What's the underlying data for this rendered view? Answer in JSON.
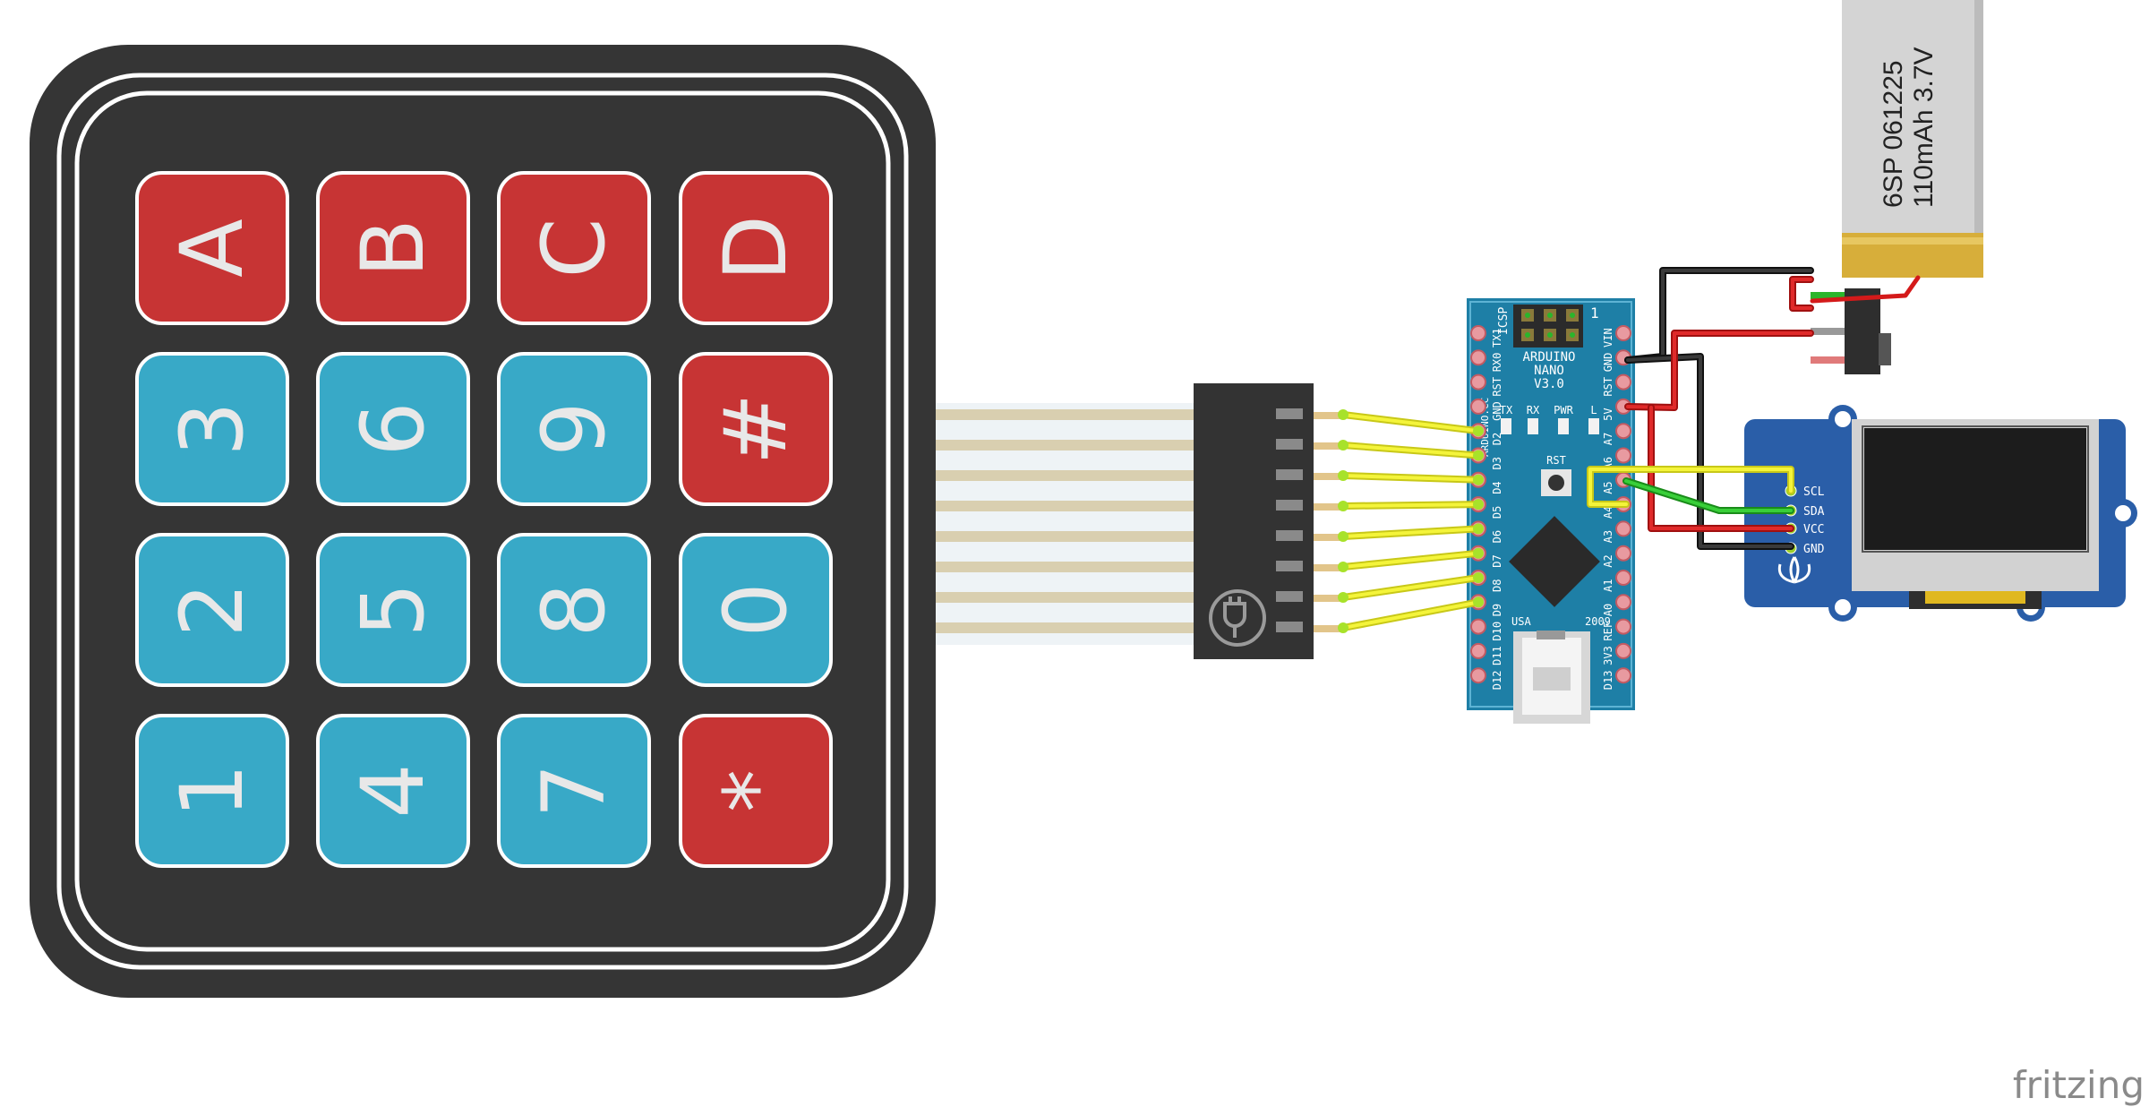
{
  "keypad": {
    "rows": [
      [
        {
          "label": "A",
          "kind": "red"
        },
        {
          "label": "B",
          "kind": "red"
        },
        {
          "label": "C",
          "kind": "red"
        },
        {
          "label": "D",
          "kind": "red"
        }
      ],
      [
        {
          "label": "3",
          "kind": "blue"
        },
        {
          "label": "6",
          "kind": "blue"
        },
        {
          "label": "9",
          "kind": "blue"
        },
        {
          "label": "#",
          "kind": "red"
        }
      ],
      [
        {
          "label": "2",
          "kind": "blue"
        },
        {
          "label": "5",
          "kind": "blue"
        },
        {
          "label": "8",
          "kind": "blue"
        },
        {
          "label": "0",
          "kind": "blue"
        }
      ],
      [
        {
          "label": "1",
          "kind": "blue"
        },
        {
          "label": "4",
          "kind": "blue"
        },
        {
          "label": "7",
          "kind": "blue"
        },
        {
          "label": "*",
          "kind": "red"
        }
      ]
    ]
  },
  "arduino": {
    "name_line1": "ARDUINO",
    "name_line2": "NANO",
    "name_line3": "V3.0",
    "side_text": "ARDUINO.CC",
    "icsp": "ICSP",
    "icsp_pin": "1",
    "led_tx": "TX",
    "led_rx": "RX",
    "led_pwr": "PWR",
    "led_l": "L",
    "rst_label": "RST",
    "usa": "USA",
    "year": "2009",
    "left_pins": [
      "TX1",
      "RX0",
      "RST",
      "GND",
      "D2",
      "D3",
      "D4",
      "D5",
      "D6",
      "D7",
      "D8",
      "D9",
      "D10",
      "D11",
      "D12"
    ],
    "right_pins": [
      "VIN",
      "GND",
      "RST",
      "5V",
      "A7",
      "A6",
      "A5",
      "A4",
      "A3",
      "A2",
      "A1",
      "A0",
      "REF",
      "3V3",
      "D13"
    ]
  },
  "oled": {
    "pins": [
      "SCL",
      "SDA",
      "VCC",
      "GND"
    ]
  },
  "battery": {
    "line1": "6SP 061225",
    "line2": "110mAh 3.7V"
  },
  "brand": "fritzing",
  "colors": {
    "keypad_body": "#353535",
    "key_red": "#c73434",
    "key_blue": "#38a9c7",
    "board_blue": "#1e7fa6",
    "oled_blue": "#2a5ea8",
    "wire_yellow": "#e8e82a",
    "wire_red": "#d41a1a",
    "wire_black": "#222222",
    "wire_green": "#2bb52b"
  }
}
